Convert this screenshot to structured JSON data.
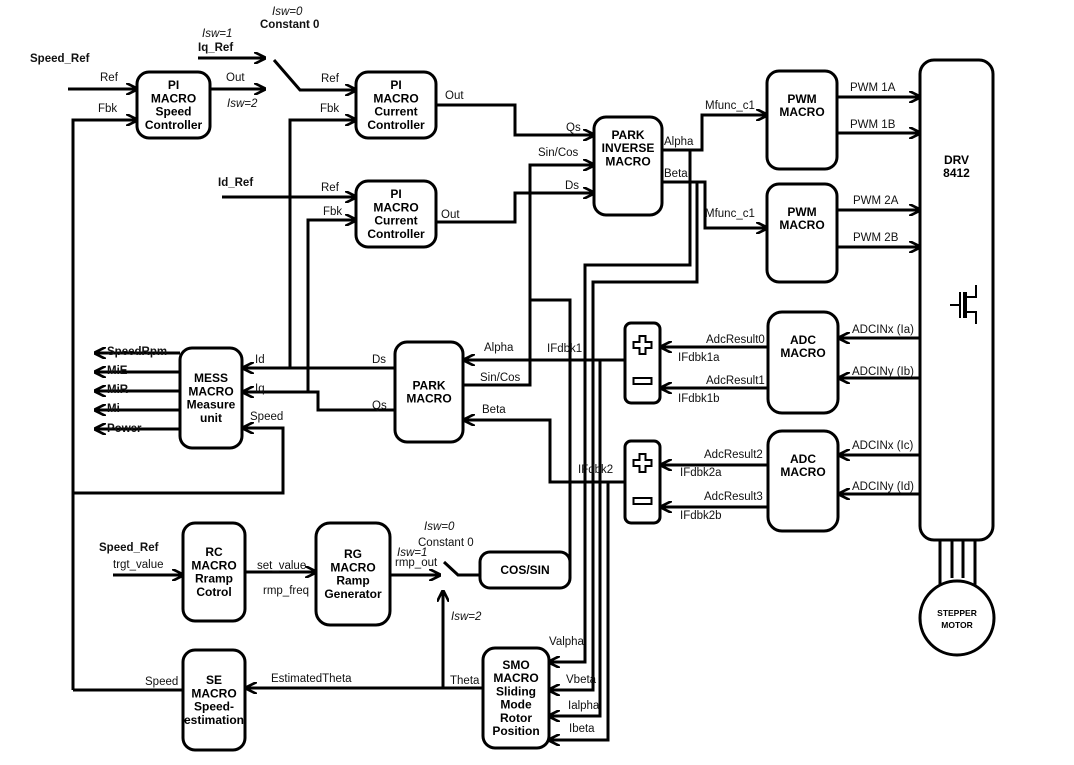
{
  "blocks": {
    "pi_speed": [
      "PI",
      "MACRO",
      "Speed",
      "Controller"
    ],
    "pi_iq": [
      "PI",
      "MACRO",
      "Current",
      "Controller"
    ],
    "pi_id": [
      "PI",
      "MACRO",
      "Current",
      "Controller"
    ],
    "park_inverse": [
      "PARK",
      "INVERSE",
      "MACRO"
    ],
    "pwm1": [
      "PWM",
      "MACRO"
    ],
    "pwm2": [
      "PWM",
      "MACRO"
    ],
    "drv": [
      "DRV",
      "8412"
    ],
    "adc1": [
      "ADC",
      "MACRO"
    ],
    "adc2": [
      "ADC",
      "MACRO"
    ],
    "park": [
      "PARK",
      "MACRO"
    ],
    "mess": [
      "MESS",
      "MACRO",
      "Measure",
      "unit"
    ],
    "rc": [
      "RC",
      "MACRO",
      "Rramp",
      "Cotrol"
    ],
    "rg": [
      "RG",
      "MACRO",
      "Ramp",
      "Generator"
    ],
    "cossin": [
      "COS/SIN"
    ],
    "se": [
      "SE",
      "MACRO",
      "Speed-",
      "estimation"
    ],
    "smo": [
      "SMO",
      "MACRO",
      "Sliding",
      "Mode",
      "Rotor",
      "Position"
    ],
    "motor": [
      "STEPPER",
      "MOTOR"
    ]
  },
  "labels": {
    "speed_ref_top": "Speed_Ref",
    "ref_speed": "Ref",
    "fbk_speed": "Fbk",
    "out_speed": "Out",
    "isw2_top": "Isw=2",
    "isw1_top": "Isw=1",
    "iq_ref": "Iq_Ref",
    "isw0_top": "Isw=0",
    "constant0_top": "Constant 0",
    "ref_iq": "Ref",
    "fbk_iq": "Fbk",
    "out_iq": "Out",
    "id_ref": "Id_Ref",
    "ref_id": "Ref",
    "fbk_id": "Fbk",
    "out_id": "Out",
    "qs_in": "Qs",
    "sincos_in": "Sin/Cos",
    "ds_in": "Ds",
    "alpha_out": "Alpha",
    "beta_out": "Beta",
    "mfunc1": "Mfunc_c1",
    "mfunc2": "Mfunc_c1",
    "pwm1a": "PWM 1A",
    "pwm1b": "PWM 1B",
    "pwm2a": "PWM 2A",
    "pwm2b": "PWM 2B",
    "adcin_ia": "ADCINx (Ia)",
    "adcin_ib": "ADCINy (Ib)",
    "adcin_ic": "ADCINx (Ic)",
    "adcin_id": "ADCINy (Id)",
    "adcres0": "AdcResult0",
    "adcres1": "AdcResult1",
    "adcres2": "AdcResult2",
    "adcres3": "AdcResult3",
    "ifdbk1a": "IFdbk1a",
    "ifdbk1b": "IFdbk1b",
    "ifdbk2a": "IFdbk2a",
    "ifdbk2b": "IFdbk2b",
    "ifdbk1": "IFdbk1",
    "ifdbk2": "IFdbk2",
    "park_alpha": "Alpha",
    "park_sincos": "Sin/Cos",
    "park_beta": "Beta",
    "park_ds": "Ds",
    "park_qs": "Qs",
    "mess_id": "Id",
    "mess_iq": "Iq",
    "mess_speed": "Speed",
    "speedrpm": "SpeedRpm",
    "mie": "MiE",
    "mir": "MiR",
    "mi": "Mi",
    "power": "Power",
    "speed_ref_bottom": "Speed_Ref",
    "trgt_value": "trgt_value",
    "set_value": "set_value",
    "rmp_freq": "rmp_freq",
    "isw0_bottom": "Isw=0",
    "constant0_bottom": "Constant 0",
    "isw1_bottom": "Isw=1",
    "rmp_out": "rmp_out",
    "isw2_bottom": "Isw=2",
    "valpha": "Valpha",
    "vbeta": "Vbeta",
    "ialpha": "Ialpha",
    "ibeta": "Ibeta",
    "theta": "Theta",
    "estimated_theta": "EstimatedTheta",
    "speed_se": "Speed"
  },
  "summer_icons": [
    "plus-icon",
    "minus-icon"
  ]
}
